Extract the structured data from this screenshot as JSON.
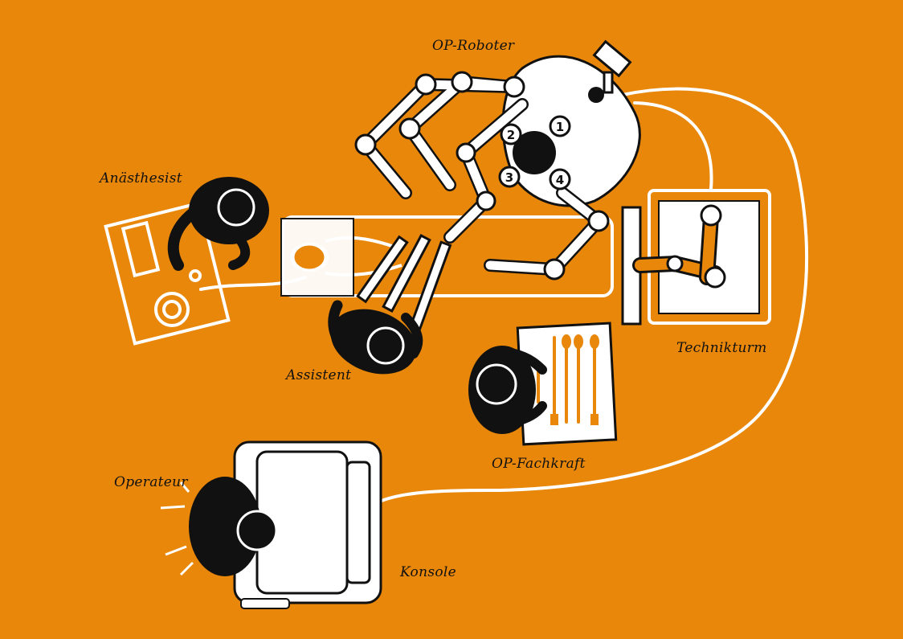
{
  "colors": {
    "background": "#E8870A",
    "line": "#FFFFFF",
    "figure": "#111111",
    "accent": "#E8870A"
  },
  "labels": {
    "robot": "OP-Roboter",
    "anesthetist": "Anästhesist",
    "assistant": "Assistent",
    "tech_tower": "Technikturm",
    "scrub_nurse": "OP-Fachkraft",
    "operator": "Operateur",
    "console": "Konsole"
  },
  "robot_ports": [
    "1",
    "2",
    "3",
    "4"
  ],
  "icons": {
    "anesthesia_machine": "anesthesia-machine-icon",
    "patient": "patient-icon",
    "robot": "surgical-robot-icon",
    "tower": "monitor-tower-icon",
    "instrument_tray": "instrument-tray-icon",
    "console": "surgeon-console-icon"
  }
}
